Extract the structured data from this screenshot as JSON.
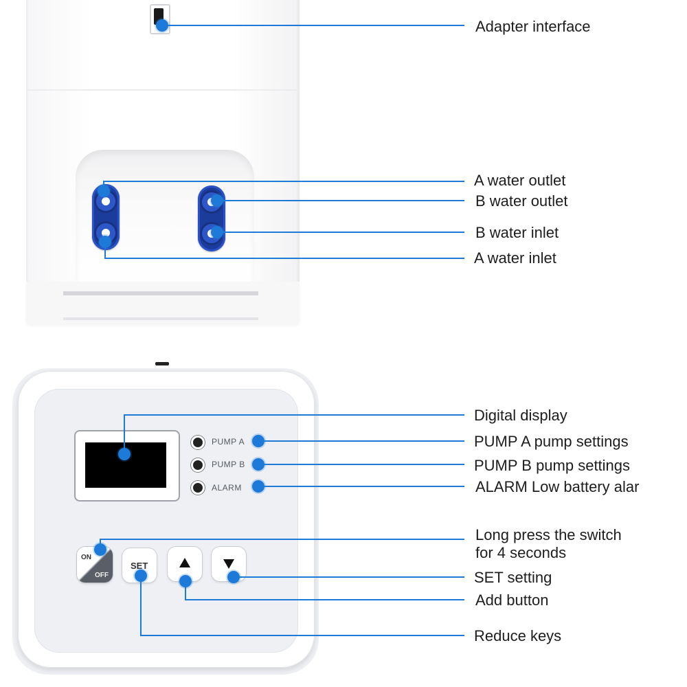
{
  "colors": {
    "leader": "#1e7ad8",
    "port_blue": "#1c3c9c",
    "device_white": "#ffffff"
  },
  "device": {
    "leds": [
      "PUMP A",
      "PUMP B",
      "ALARM"
    ],
    "switch_on": "ON",
    "switch_off": "OFF",
    "set_key": "SET",
    "up_key_icon": "up-triangle-icon",
    "down_key_icon": "down-triangle-icon"
  },
  "callouts": {
    "adapter_interface": "Adapter interface",
    "a_water_outlet": "A water outlet",
    "b_water_outlet": "B water outlet",
    "b_water_inlet": "B water inlet",
    "a_water_inlet": "A water inlet",
    "digital_display": "Digital display",
    "pump_a_settings": "PUMP A pump settings",
    "pump_b_settings": "PUMP B pump settings",
    "alarm_low_battery": "ALARM Low battery alar",
    "long_press_line1": "Long press the switch",
    "long_press_line2": "for 4 seconds",
    "set_setting": "SET setting",
    "add_button": "Add button",
    "reduce_keys": "Reduce keys"
  }
}
